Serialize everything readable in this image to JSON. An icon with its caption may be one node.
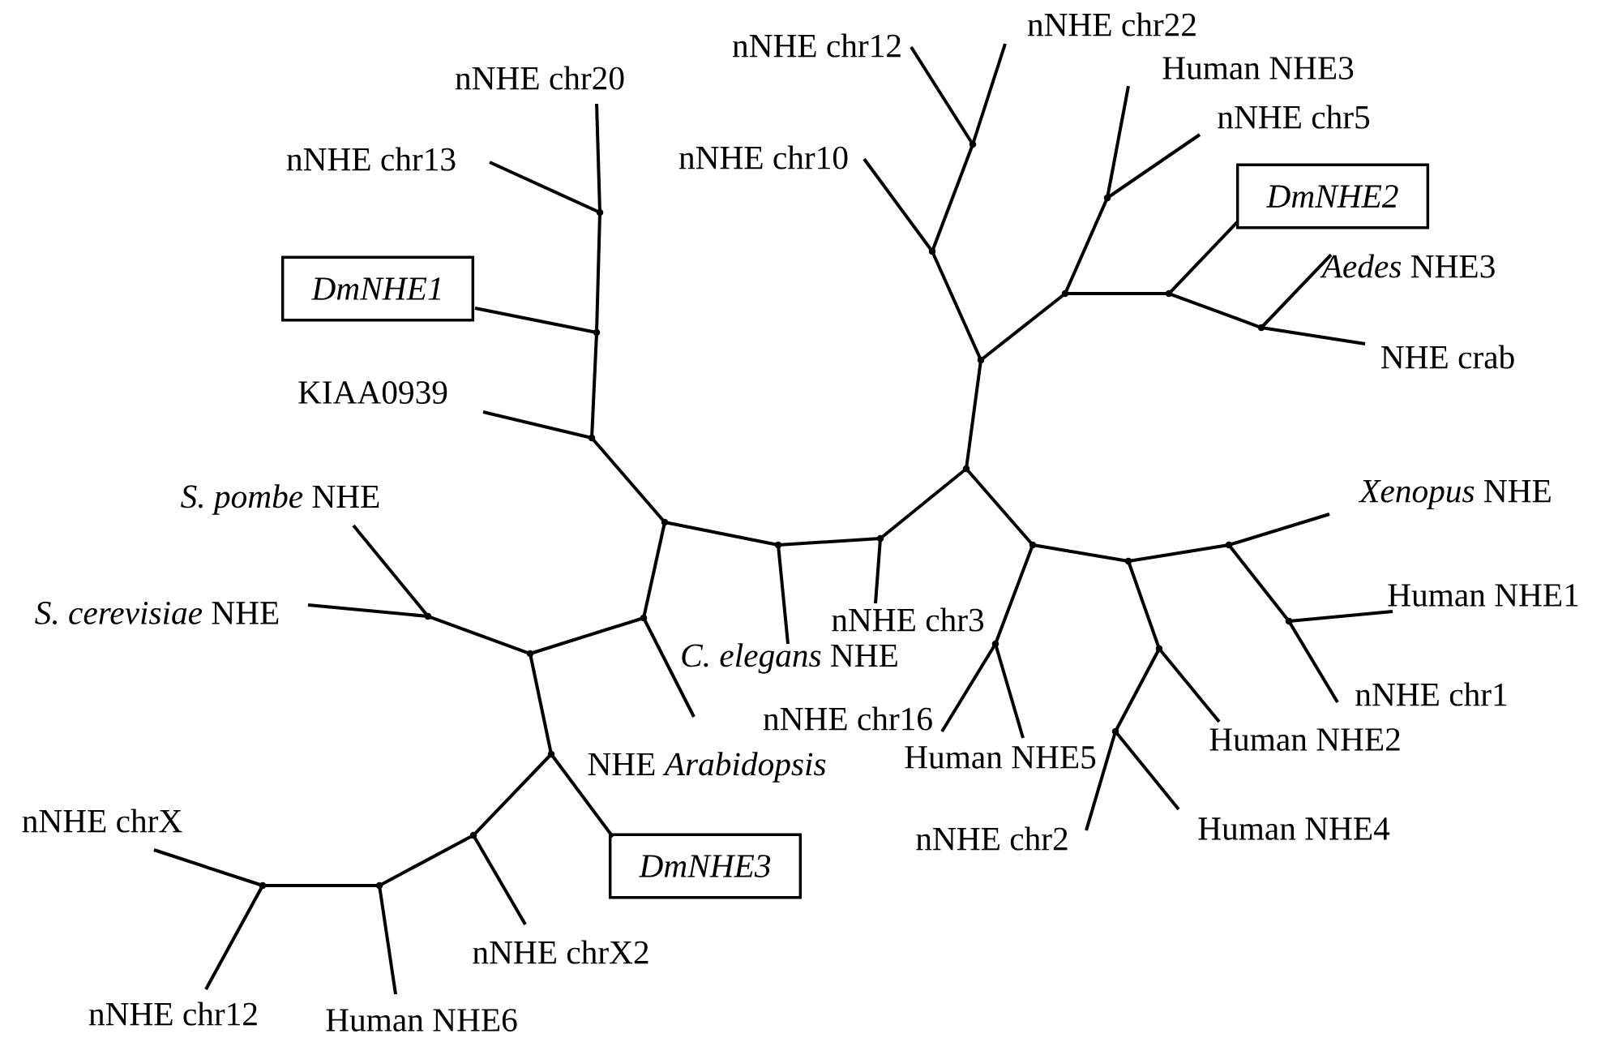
{
  "diagram": {
    "nodes": [
      {
        "text": [
          "nNHE chr22"
        ]
      },
      {
        "text": [
          "nNHE chr12"
        ]
      },
      {
        "text": [
          "Human NHE3"
        ]
      },
      {
        "text": [
          "nNHE chr20"
        ]
      },
      {
        "text": [
          "nNHE chr5"
        ]
      },
      {
        "text": [
          "nNHE chr10"
        ]
      },
      {
        "text": [
          "nNHE chr13"
        ]
      },
      {
        "text": [
          "DmNHE2"
        ]
      },
      {
        "text": [
          "*Aedes* NHE3"
        ]
      },
      {
        "text": [
          "DmNHE1"
        ]
      },
      {
        "text": [
          "NHE crab"
        ]
      },
      {
        "text": [
          "KIAA0939"
        ]
      },
      {
        "text": [
          "*Xenopus* NHE"
        ]
      },
      {
        "text": [
          "*S. pombe* NHE"
        ]
      },
      {
        "text": [
          "Human NHE1"
        ]
      },
      {
        "text": [
          "*S. cerevisiae* NHE"
        ]
      },
      {
        "text": [
          "nNHE chr3"
        ]
      },
      {
        "text": [
          "*C. elegans* NHE"
        ]
      },
      {
        "text": [
          "nNHE chr1"
        ]
      },
      {
        "text": [
          "nNHE chr16"
        ]
      },
      {
        "text": [
          "Human NHE2"
        ]
      },
      {
        "text": [
          "Human NHE5"
        ]
      },
      {
        "text": [
          "NHE *Arabidopsis*"
        ]
      },
      {
        "text": [
          "nNHE chrX"
        ]
      },
      {
        "text": [
          "Human NHE4"
        ]
      },
      {
        "text": [
          "nNHE chr2"
        ]
      },
      {
        "text": [
          "DmNHE3"
        ]
      },
      {
        "text": [
          "nNHE chrX2"
        ]
      },
      {
        "text": [
          "nNHE chr12"
        ]
      },
      {
        "text": [
          "Human NHE6"
        ]
      },
      {
        "text": [],
        "shape": "point"
      },
      {
        "text": [],
        "shape": "point"
      },
      {
        "text": [],
        "shape": "point"
      },
      {
        "text": [],
        "shape": "point"
      },
      {
        "text": [],
        "shape": "point"
      },
      {
        "text": [],
        "shape": "point"
      },
      {
        "text": [],
        "shape": "point"
      },
      {
        "text": [],
        "shape": "point"
      },
      {
        "text": [],
        "shape": "point"
      },
      {
        "text": [],
        "shape": "point"
      },
      {
        "text": [],
        "shape": "point"
      },
      {
        "text": [],
        "shape": "point"
      },
      {
        "text": [],
        "shape": "point"
      },
      {
        "text": [],
        "shape": "point"
      },
      {
        "text": [],
        "shape": "point"
      },
      {
        "text": [],
        "shape": "point"
      },
      {
        "text": [],
        "shape": "point"
      },
      {
        "text": [],
        "shape": "point"
      },
      {
        "text": [],
        "shape": "point"
      },
      {
        "text": [],
        "shape": "point"
      },
      {
        "text": [],
        "shape": "point"
      },
      {
        "text": [],
        "shape": "point"
      },
      {
        "text": [],
        "shape": "point"
      },
      {
        "text": [],
        "shape": "point"
      },
      {
        "text": [],
        "shape": "point"
      },
      {
        "text": [],
        "shape": "point"
      },
      {
        "text": [],
        "shape": "point"
      },
      {
        "text": [],
        "shape": "point"
      }
    ],
    "edges": [
      {
        "from": 33,
        "to": 0,
        "arrow": "none"
      },
      {
        "from": 33,
        "to": 1,
        "arrow": "none"
      },
      {
        "from": 35,
        "to": 2,
        "arrow": "none"
      },
      {
        "from": 38,
        "to": 3,
        "arrow": "none"
      },
      {
        "from": 35,
        "to": 4,
        "arrow": "none"
      },
      {
        "from": 32,
        "to": 5,
        "arrow": "none"
      },
      {
        "from": 38,
        "to": 6,
        "arrow": "none"
      },
      {
        "from": 36,
        "to": 7,
        "arrow": "none"
      },
      {
        "from": 37,
        "to": 8,
        "arrow": "none"
      },
      {
        "from": 39,
        "to": 9,
        "arrow": "none"
      },
      {
        "from": 37,
        "to": 10,
        "arrow": "none"
      },
      {
        "from": 40,
        "to": 11,
        "arrow": "none"
      },
      {
        "from": 45,
        "to": 12,
        "arrow": "none"
      },
      {
        "from": 51,
        "to": 13,
        "arrow": "none"
      },
      {
        "from": 46,
        "to": 14,
        "arrow": "none"
      },
      {
        "from": 51,
        "to": 15,
        "arrow": "none"
      },
      {
        "from": 43,
        "to": 16,
        "arrow": "none"
      },
      {
        "from": 42,
        "to": 17,
        "arrow": "none"
      },
      {
        "from": 46,
        "to": 18,
        "arrow": "none"
      },
      {
        "from": 50,
        "to": 19,
        "arrow": "none"
      },
      {
        "from": 48,
        "to": 20,
        "arrow": "none"
      },
      {
        "from": 50,
        "to": 21,
        "arrow": "none"
      },
      {
        "from": 53,
        "to": 22,
        "arrow": "none"
      },
      {
        "from": 57,
        "to": 23,
        "arrow": "none"
      },
      {
        "from": 49,
        "to": 24,
        "arrow": "none"
      },
      {
        "from": 49,
        "to": 25,
        "arrow": "none"
      },
      {
        "from": 54,
        "to": 26,
        "arrow": "none"
      },
      {
        "from": 55,
        "to": 27,
        "arrow": "none"
      },
      {
        "from": 57,
        "to": 28,
        "arrow": "none"
      },
      {
        "from": 56,
        "to": 29,
        "arrow": "none"
      },
      {
        "from": 30,
        "to": 31,
        "arrow": "none"
      },
      {
        "from": 31,
        "to": 32,
        "arrow": "none"
      },
      {
        "from": 32,
        "to": 33,
        "arrow": "none"
      },
      {
        "from": 31,
        "to": 34,
        "arrow": "none"
      },
      {
        "from": 34,
        "to": 35,
        "arrow": "none"
      },
      {
        "from": 34,
        "to": 36,
        "arrow": "none"
      },
      {
        "from": 36,
        "to": 37,
        "arrow": "none"
      },
      {
        "from": 30,
        "to": 43,
        "arrow": "none"
      },
      {
        "from": 30,
        "to": 44,
        "arrow": "none"
      },
      {
        "from": 43,
        "to": 42,
        "arrow": "none"
      },
      {
        "from": 42,
        "to": 41,
        "arrow": "none"
      },
      {
        "from": 41,
        "to": 40,
        "arrow": "none"
      },
      {
        "from": 40,
        "to": 39,
        "arrow": "none"
      },
      {
        "from": 39,
        "to": 38,
        "arrow": "none"
      },
      {
        "from": 41,
        "to": 53,
        "arrow": "none"
      },
      {
        "from": 53,
        "to": 52,
        "arrow": "none"
      },
      {
        "from": 52,
        "to": 51,
        "arrow": "none"
      },
      {
        "from": 52,
        "to": 54,
        "arrow": "none"
      },
      {
        "from": 54,
        "to": 55,
        "arrow": "none"
      },
      {
        "from": 55,
        "to": 56,
        "arrow": "none"
      },
      {
        "from": 56,
        "to": 57,
        "arrow": "none"
      },
      {
        "from": 44,
        "to": 50,
        "arrow": "none"
      },
      {
        "from": 44,
        "to": 47,
        "arrow": "none"
      },
      {
        "from": 47,
        "to": 45,
        "arrow": "none"
      },
      {
        "from": 47,
        "to": 48,
        "arrow": "none"
      },
      {
        "from": 48,
        "to": 49,
        "arrow": "none"
      },
      {
        "from": 45,
        "to": 46,
        "arrow": "none"
      }
    ]
  }
}
